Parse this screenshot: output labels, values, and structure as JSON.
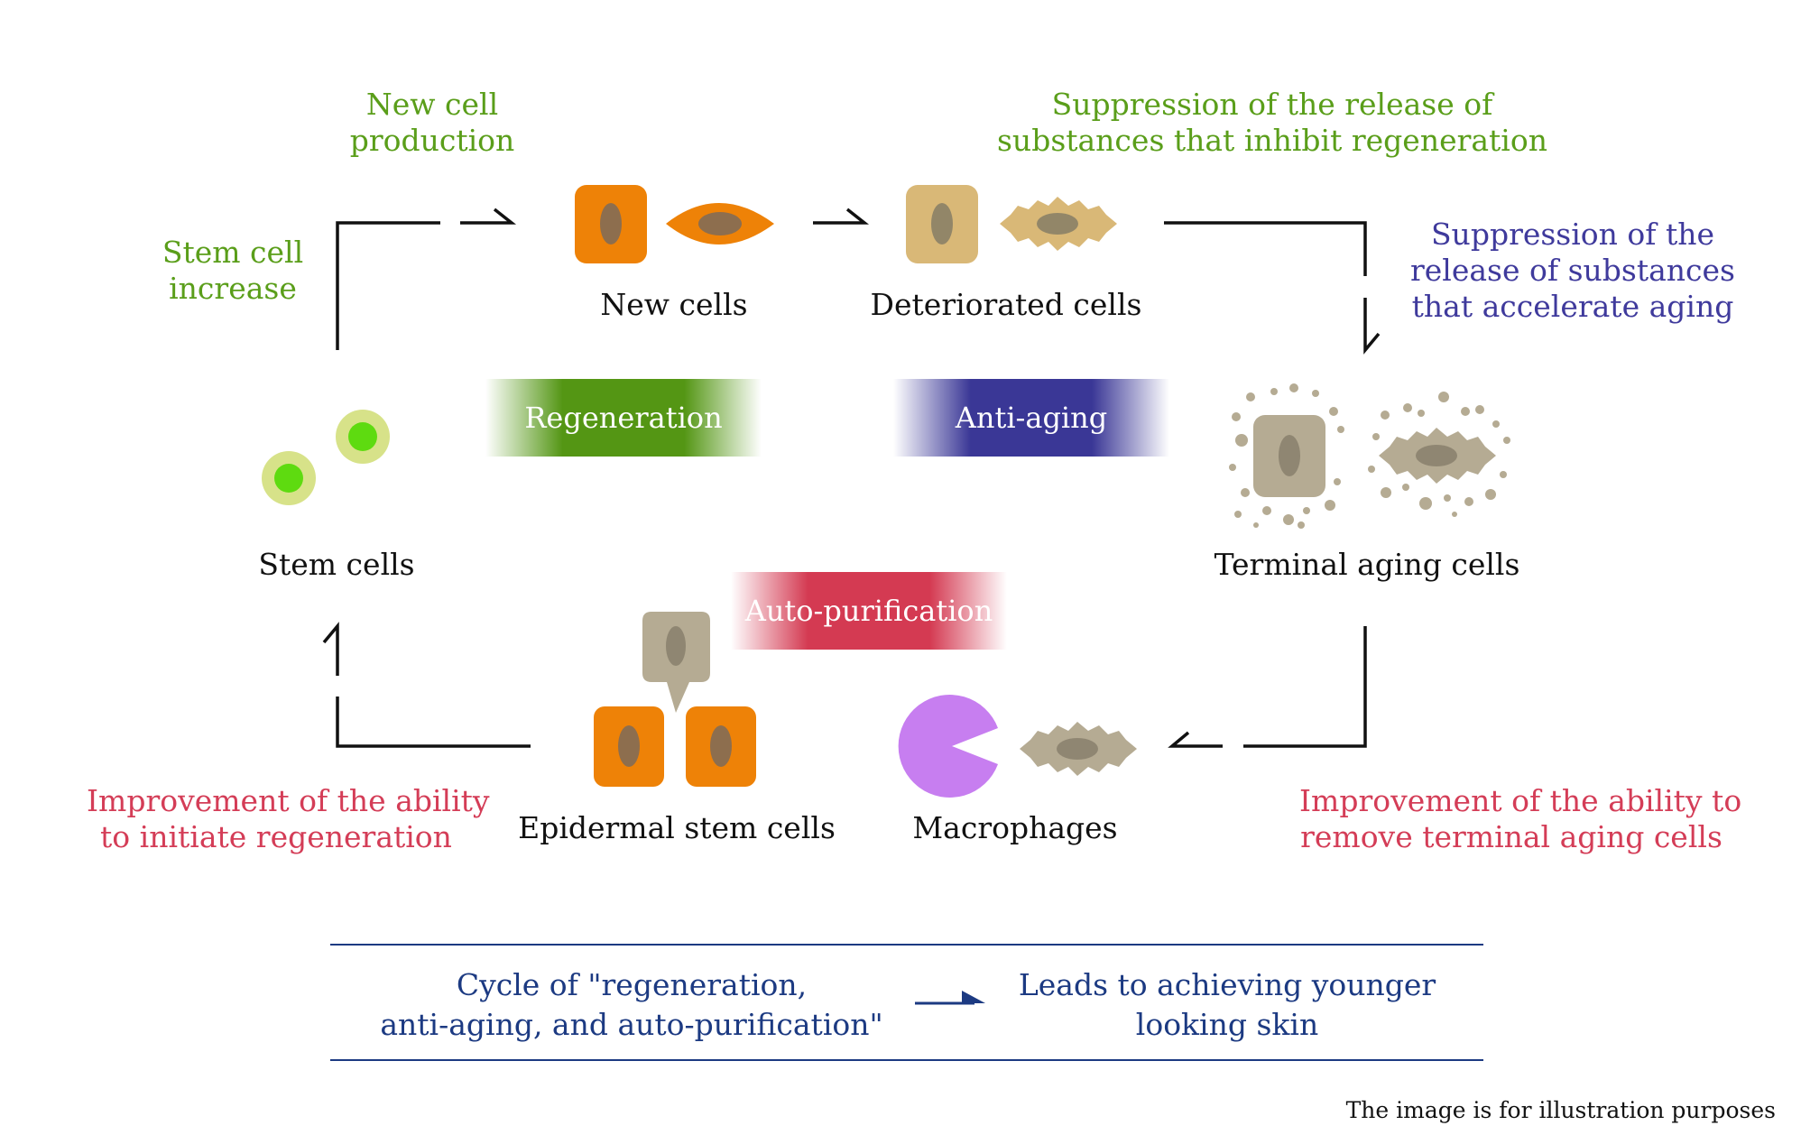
{
  "labels": {
    "new_cell_production": [
      "New cell",
      "production"
    ],
    "stem_cell_increase": [
      "Stem cell",
      "increase"
    ],
    "suppression_regen": [
      "Suppression of the release of",
      "substances that inhibit regeneration"
    ],
    "suppression_aging": [
      "Suppression of the",
      "release of substances",
      "that accelerate aging"
    ],
    "improve_initiate": [
      "Improvement of the ability",
      "to initiate regeneration"
    ],
    "improve_remove": [
      "Improvement of the ability to",
      "remove terminal aging cells"
    ]
  },
  "cells": {
    "new_cells": "New cells",
    "deteriorated_cells": "Deteriorated cells",
    "stem_cells": "Stem cells",
    "terminal_aging_cells": "Terminal aging cells",
    "epidermal_stem_cells": "Epidermal stem cells",
    "macrophages": "Macrophages"
  },
  "bands": {
    "regeneration": "Regeneration",
    "anti_aging": "Anti-aging",
    "auto_purification": "Auto-purification"
  },
  "summary": {
    "cycle": [
      "Cycle of \"regeneration,",
      "anti-aging, and auto-purification\""
    ],
    "result": [
      "Leads to achieving younger",
      "looking skin"
    ]
  },
  "footnote": "The image is for illustration purposes",
  "colors": {
    "orange": "#ee8207",
    "tan": "#d9b877",
    "gray_cell": "#b5ab93",
    "nucleus": "#8f8672",
    "stem_outer": "#d7e289",
    "stem_inner": "#5edb10",
    "macrophage": "#c77ef0",
    "regeneration": "#549614",
    "anti_aging": "#3a3796",
    "auto_purification": "#d43a52",
    "navy": "#1c3a82"
  }
}
